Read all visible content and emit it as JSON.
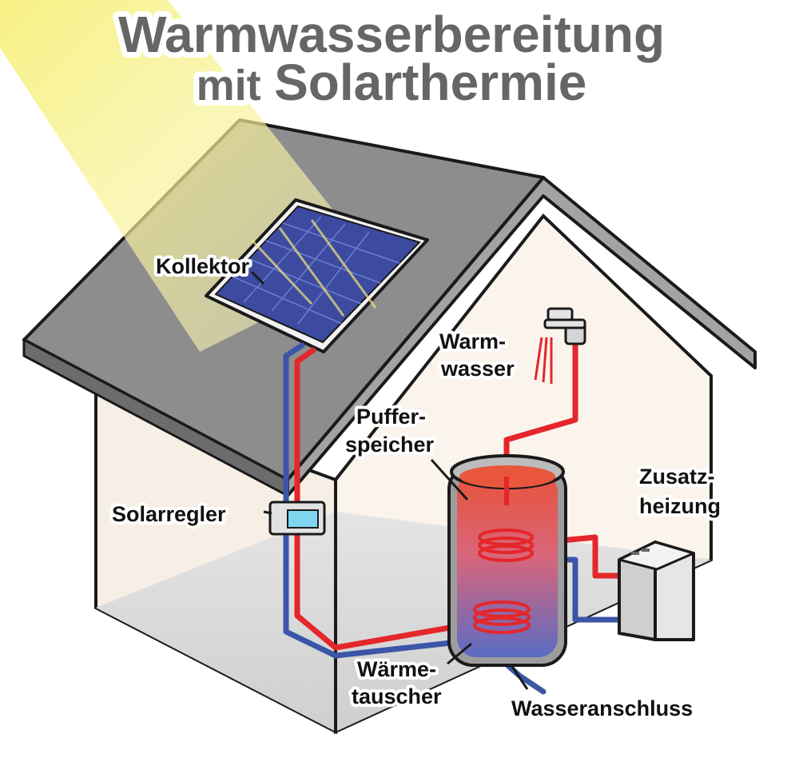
{
  "title": {
    "line1": "Warmwasserbereitung",
    "line2_prefix": "mit",
    "line2_main": "Solarthermie"
  },
  "labels": {
    "kollektor": "Kollektor",
    "warm_line1": "Warm-",
    "warm_line2": "wasser",
    "puffer_line1": "Puffer-",
    "puffer_line2": "speicher",
    "zusatz_line1": "Zusatz-",
    "zusatz_line2": "heizung",
    "solarregler": "Solarregler",
    "waerme_line1": "Wärme-",
    "waerme_line2": "tauscher",
    "wasseranschluss": "Wasseranschluss"
  },
  "colors": {
    "hot_pipe": "#e5262b",
    "cold_pipe": "#3b56a6",
    "roof": "#8c8c8c",
    "wall": "#fbf3ea",
    "floor": "#d9d9d9",
    "panel": "#3c4aa0",
    "sun": "#f4ec72",
    "title": "#666666"
  }
}
